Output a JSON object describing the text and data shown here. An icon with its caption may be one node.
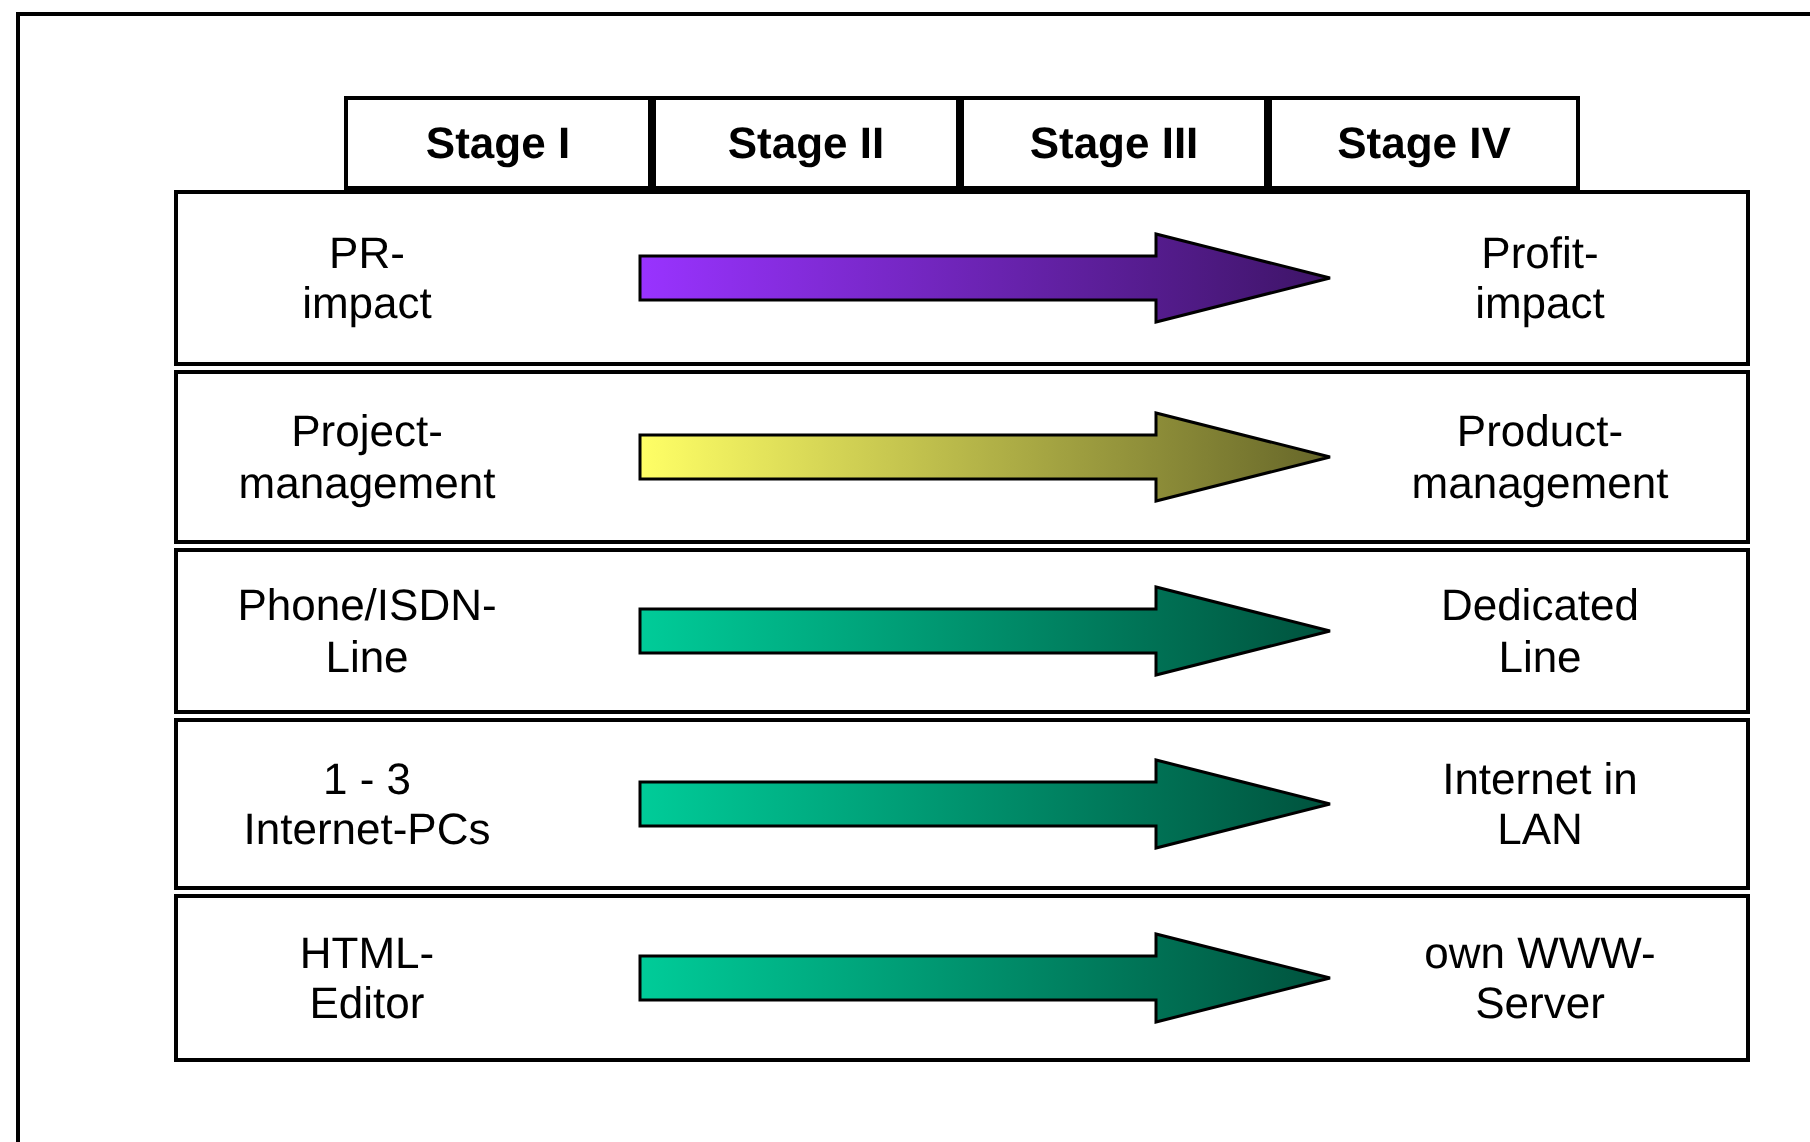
{
  "diagram": {
    "nodes": [
      {
        "text": [
          "Stage I"
        ]
      },
      {
        "text": [
          "Stage II"
        ]
      },
      {
        "text": [
          "Stage III"
        ]
      },
      {
        "text": [
          "Stage IV"
        ]
      },
      {
        "text": [],
        "shape": "box"
      },
      {
        "text": [
          "PR- impact"
        ],
        "in": 4
      },
      {
        "text": [
          "Profit- impact"
        ],
        "in": 4
      },
      {
        "text": [],
        "shape": "box"
      },
      {
        "text": [
          "Project- management"
        ],
        "in": 7
      },
      {
        "text": [
          "Product- management"
        ],
        "in": 7
      },
      {
        "text": [],
        "shape": "box"
      },
      {
        "text": [
          "Phone/ISDN- Line"
        ],
        "in": 10
      },
      {
        "text": [
          "Dedicated Line"
        ],
        "in": 10
      },
      {
        "text": [],
        "shape": "box"
      },
      {
        "text": [
          "1 - 3 Internet-PCs"
        ],
        "in": 13
      },
      {
        "text": [
          "Internet in LAN"
        ],
        "in": 13
      },
      {
        "text": [],
        "shape": "box"
      },
      {
        "text": [
          "HTML- Editor"
        ],
        "in": 16
      },
      {
        "text": [
          "own WWW-Server"
        ],
        "in": 16
      }
    ],
    "edges": [
      {
        "from": 5,
        "to": 6,
        "arrow": "to",
        "color": "#9933ff"
      },
      {
        "from": 8,
        "to": 9,
        "arrow": "to",
        "color": "#ffff66"
      },
      {
        "from": 11,
        "to": 12,
        "arrow": "to"
      },
      {
        "from": 14,
        "to": 15,
        "arrow": "to"
      },
      {
        "from": 17,
        "to": 18,
        "arrow": "to"
      }
    ]
  }
}
